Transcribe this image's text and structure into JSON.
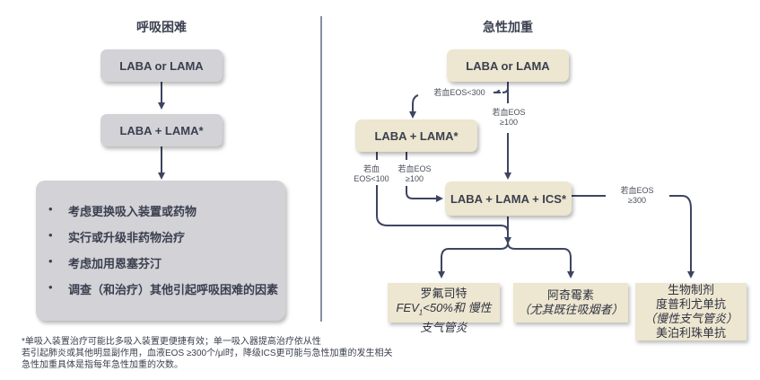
{
  "left_panel": {
    "title": "呼吸困难",
    "box1": "LABA or LAMA",
    "box2": "LABA + LAMA*",
    "list_items": [
      "考虑更换吸入装置或药物",
      "实行或升级非药物治疗",
      "考虑加用恩塞芬汀",
      "调查（和治疗）其他引起呼吸困难的因素"
    ],
    "bullet": "•"
  },
  "right_panel": {
    "title": "急性加重",
    "box_top": "LABA or LAMA",
    "box_dual": "LABA + LAMA*",
    "box_triple": "LABA + LAMA + ICS*",
    "labels": {
      "eos_lt_300": "若血EOS<300",
      "eos_ge_100_a_line1": "若血EOS",
      "eos_ge_100_a_line2": "≥100",
      "eos_lt_100_line1": "若血",
      "eos_lt_100_line2": "EOS<100",
      "eos_ge_100_b_line1": "若血EOS",
      "eos_ge_100_b_line2": "≥100",
      "eos_ge_300_line1": "若血EOS",
      "eos_ge_300_line2": "≥300"
    },
    "outcomes": {
      "roflumilast": {
        "line1": "罗氟司特",
        "fev_prefix": "FEV",
        "fev_sub": "1",
        "fev_suffix": "<50%和 慢性",
        "line3": "支气管炎"
      },
      "azithromycin": {
        "line1": "阿奇霉素",
        "line2": "（尤其既往吸烟者）"
      },
      "biologics": {
        "line1": "生物制剂",
        "line2": "度普利尤单抗",
        "line3": "（慢性支气管炎）",
        "line4": "美泊利珠单抗"
      }
    }
  },
  "footnotes": [
    "*单吸入装置治疗可能比多吸入装置更便捷有效；单一吸入器提高治疗依从性",
    "若引起肺炎或其他明显副作用，血液EOS ≥300个/μl时，降级ICS更可能与急性加重的发生相关",
    "急性加重具体是指每年急性加重的次数。"
  ],
  "colors": {
    "grey_box": "#d2d2d7",
    "cream_box": "#ede6d0",
    "arrow": "#3d4560",
    "text": "#3a3f4e"
  }
}
